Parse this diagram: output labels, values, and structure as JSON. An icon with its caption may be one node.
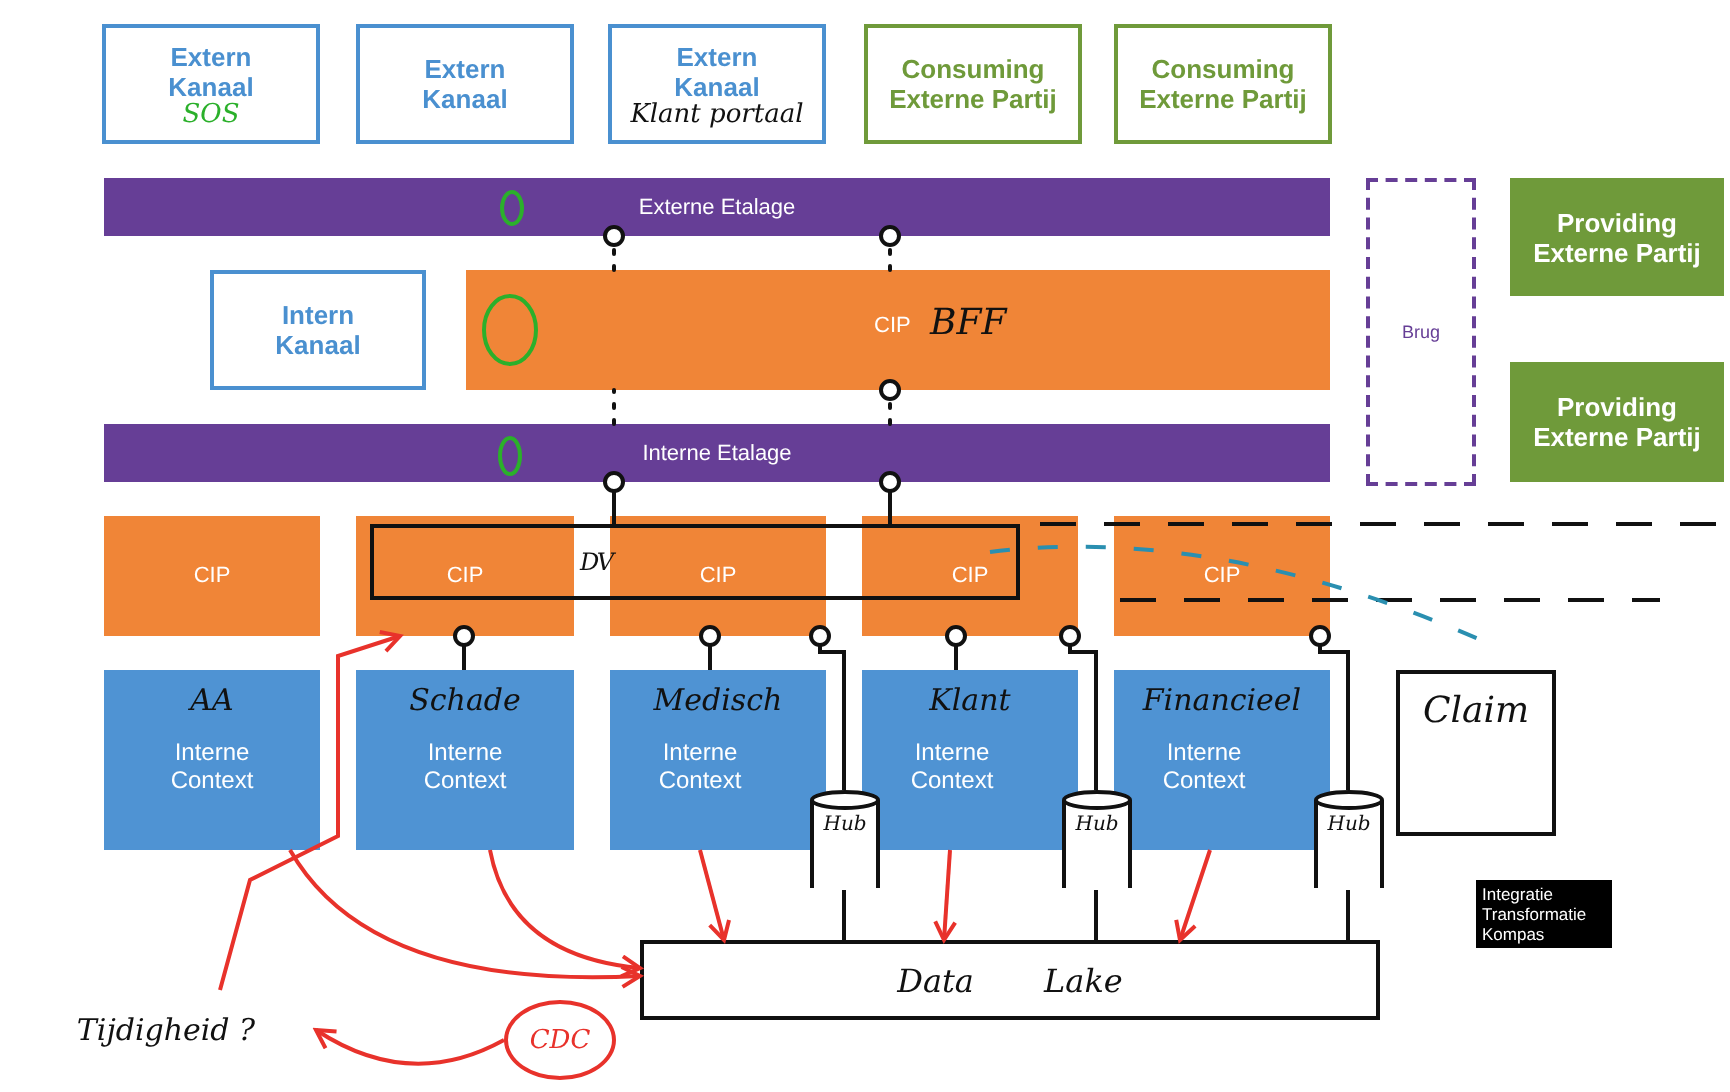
{
  "diagram": {
    "nodes": [
      {
        "text": [
          "Extern Kanaal",
          "SOS"
        ]
      },
      {
        "text": [
          "Extern Kanaal"
        ]
      },
      {
        "text": [
          "Extern Kanaal",
          "Klant portaal"
        ]
      },
      {
        "text": [
          "Consuming Externe Partij"
        ]
      },
      {
        "text": [
          "Consuming Externe Partij"
        ]
      },
      {
        "text": [
          "Externe Etalage"
        ]
      },
      {
        "text": [
          "Brug"
        ]
      },
      {
        "text": [
          "Providing Externe Partij"
        ]
      },
      {
        "text": [
          "Intern Kanaal"
        ]
      },
      {
        "text": [
          "CIP",
          "BFF"
        ]
      },
      {
        "text": [
          "Providing Externe Partij"
        ]
      },
      {
        "text": [
          "Interne Etalage"
        ]
      },
      {
        "text": [
          "CIP"
        ]
      },
      {
        "text": [
          "CIP"
        ]
      },
      {
        "text": [
          "CIP"
        ]
      },
      {
        "text": [
          "CIP"
        ]
      },
      {
        "text": [
          "CIP"
        ]
      },
      {
        "text": [
          "DV"
        ]
      },
      {
        "text": [
          "AA",
          "Interne Context"
        ]
      },
      {
        "text": [
          "Schade",
          "Interne Context"
        ]
      },
      {
        "text": [
          "Medisch",
          "Interne Context"
        ]
      },
      {
        "text": [
          "Klant",
          "Interne Context"
        ]
      },
      {
        "text": [
          "Financieel",
          "Interne Context"
        ]
      },
      {
        "text": [
          "Claim"
        ]
      },
      {
        "text": [
          "Hub"
        ]
      },
      {
        "text": [
          "Hub"
        ]
      },
      {
        "text": [
          "Hub"
        ]
      },
      {
        "text": [
          "Data Lake"
        ]
      },
      {
        "text": [
          "Tijdigheid ?"
        ]
      },
      {
        "text": [
          "CDC"
        ]
      }
    ],
    "edges": [
      {
        "from": 9,
        "to": 5,
        "arrow": "other",
        "style": "dashed"
      },
      {
        "from": 11,
        "to": 9,
        "arrow": "none",
        "style": "dashed"
      },
      {
        "from": 9,
        "to": 5,
        "arrow": "other",
        "style": "dashed"
      },
      {
        "from": 11,
        "to": 9,
        "arrow": "other",
        "style": "dashed"
      },
      {
        "from": 17,
        "to": 11,
        "arrow": "other"
      },
      {
        "from": 17,
        "to": 11,
        "arrow": "other"
      },
      {
        "from": 19,
        "to": 13,
        "arrow": "other"
      },
      {
        "from": 20,
        "to": 14,
        "arrow": "other"
      },
      {
        "from": 21,
        "to": 15,
        "arrow": "other"
      },
      {
        "from": 24,
        "to": 14,
        "arrow": "other"
      },
      {
        "from": 25,
        "to": 15,
        "arrow": "other"
      },
      {
        "from": 26,
        "to": 16,
        "arrow": "other"
      },
      {
        "from": 24,
        "to": 27,
        "arrow": "none"
      },
      {
        "from": 25,
        "to": 27,
        "arrow": "none"
      },
      {
        "from": 26,
        "to": 27,
        "arrow": "none"
      },
      {
        "from": 18,
        "to": 27,
        "arrow": "to",
        "color": "#e8322b"
      },
      {
        "from": 19,
        "to": 27,
        "arrow": "to",
        "color": "#e8322b"
      },
      {
        "from": 20,
        "to": 27,
        "arrow": "to",
        "color": "#e8322b"
      },
      {
        "from": 21,
        "to": 27,
        "arrow": "to",
        "color": "#e8322b"
      },
      {
        "from": 22,
        "to": 27,
        "arrow": "to",
        "color": "#e8322b"
      },
      {
        "from": 28,
        "to": 13,
        "arrow": "to",
        "color": "#e8322b"
      },
      {
        "from": 29,
        "to": 28,
        "arrow": "to",
        "color": "#e8322b"
      }
    ],
    "labels": [
      "Integratie Transformatie Kompas"
    ]
  }
}
